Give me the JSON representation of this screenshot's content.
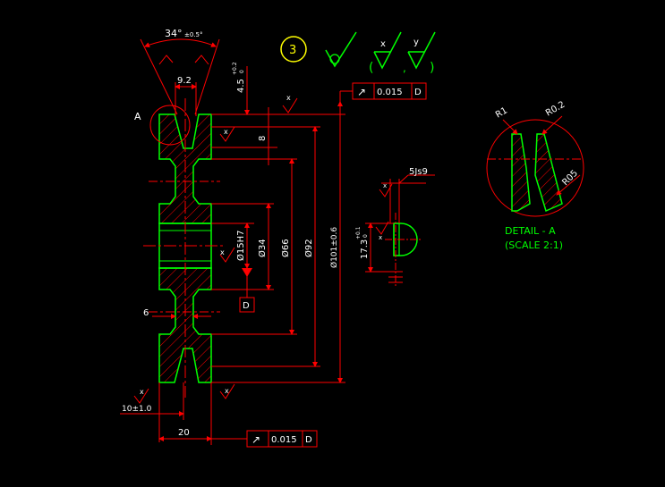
{
  "colors": {
    "background": "#000000",
    "outline": "#00ff00",
    "dimension": "#ff0000",
    "text": "#ffffff",
    "accent": "#ffff00"
  },
  "angle": {
    "value": "34°",
    "tol": "±0.5°"
  },
  "surface_finish": {
    "process_number": "3",
    "symbols": [
      "x",
      "y"
    ]
  },
  "dims": {
    "groove_width": "9.2",
    "groove_depth": "4.5",
    "groove_depth_tol_upper": "+0.2",
    "groove_depth_tol_lower": "0",
    "rim_thickness": "8",
    "bore": "Ø15H7",
    "d34": "Ø34",
    "d66": "Ø66",
    "d92": "Ø92",
    "d101": "Ø101±0.6",
    "web_thickness": "6",
    "hub_width": "20",
    "offset": "10±1.0",
    "keyway_width": "5Js9",
    "keyway_depth": "17.3",
    "keyway_depth_tol_upper": "+0.1",
    "keyway_depth_tol_lower": "0"
  },
  "labels": {
    "detail_marker": "A",
    "datum": "D",
    "roughness": "x"
  },
  "tolerance_frames": [
    {
      "symbol": "↗",
      "value": "0.015",
      "datum": "D"
    },
    {
      "symbol": "↗",
      "value": "0.015",
      "datum": "D"
    }
  ],
  "detail": {
    "title": "DETAIL - A",
    "scale": "(SCALE 2:1)",
    "radii": [
      "R1",
      "R0.2",
      "R05"
    ]
  }
}
